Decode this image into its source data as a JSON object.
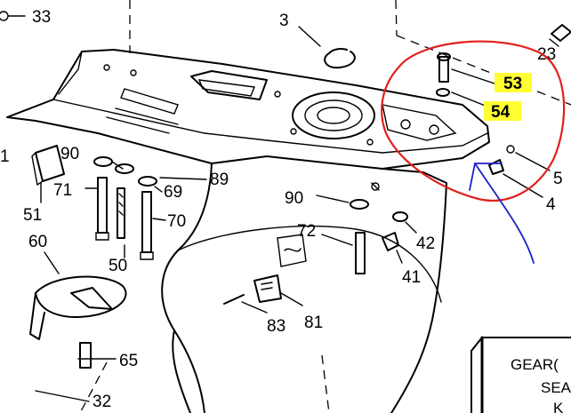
{
  "labels": {
    "p3": "3",
    "p4": "4",
    "p5": "5",
    "p23": "23",
    "p32": "32",
    "p33": "33",
    "p41": "41",
    "p42": "42",
    "p50": "50",
    "p51": "51",
    "p53": "53",
    "p54": "54",
    "p60": "60",
    "p65": "65",
    "p69": "69",
    "p70": "70",
    "p71": "71",
    "p72": "72",
    "p81": "81",
    "p83": "83",
    "p89": "89",
    "p90a": "90",
    "p90b": "90",
    "edge1": "1"
  },
  "info_box": {
    "line1": "GEAR(",
    "line2": "SEA",
    "line3": "K"
  },
  "colors": {
    "highlight": "#ffff33",
    "circle_markup": "#e0201c",
    "arrow_markup": "#1c22c8",
    "ink": "#000000"
  },
  "icons": {
    "pencil_arrow": "hand-drawn-arrow",
    "circle": "hand-drawn-circle"
  }
}
